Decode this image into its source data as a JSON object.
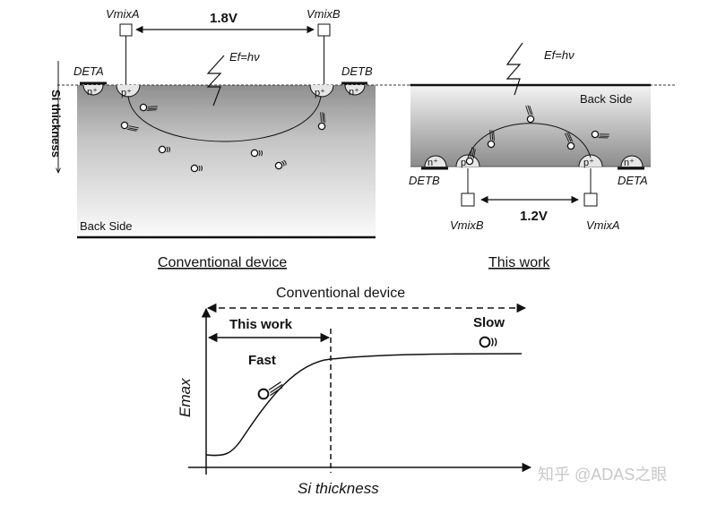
{
  "conventional": {
    "vmix_left": "VmixA",
    "vmix_right": "VmixB",
    "voltage": "1.8V",
    "ef": "Ef=hν",
    "det_left": "DETA",
    "det_right": "DETB",
    "n_plus": "n⁺",
    "p_plus": "p⁺",
    "back_side": "Back Side",
    "caption": "Conventional device",
    "axis_label": "Si thickness"
  },
  "this_work": {
    "ef": "Ef=hν",
    "back_side": "Back Side",
    "det_left": "DETB",
    "det_right": "DETA",
    "n_plus": "n⁺",
    "p_plus": "p⁺",
    "vmix_left": "VmixB",
    "vmix_right": "VmixA",
    "voltage": "1.2V",
    "caption": "This work"
  },
  "graph": {
    "top_range_label": "Conventional device",
    "this_work_label": "This work",
    "fast_label": "Fast",
    "slow_label": "Slow",
    "ylabel": "Emax",
    "xlabel": "Si thickness"
  },
  "watermark": "知乎 @ADAS之眼",
  "colors": {
    "ink": "#111111",
    "gradient_light": "#f2f2f2",
    "gradient_dark": "#9a9a9a"
  }
}
